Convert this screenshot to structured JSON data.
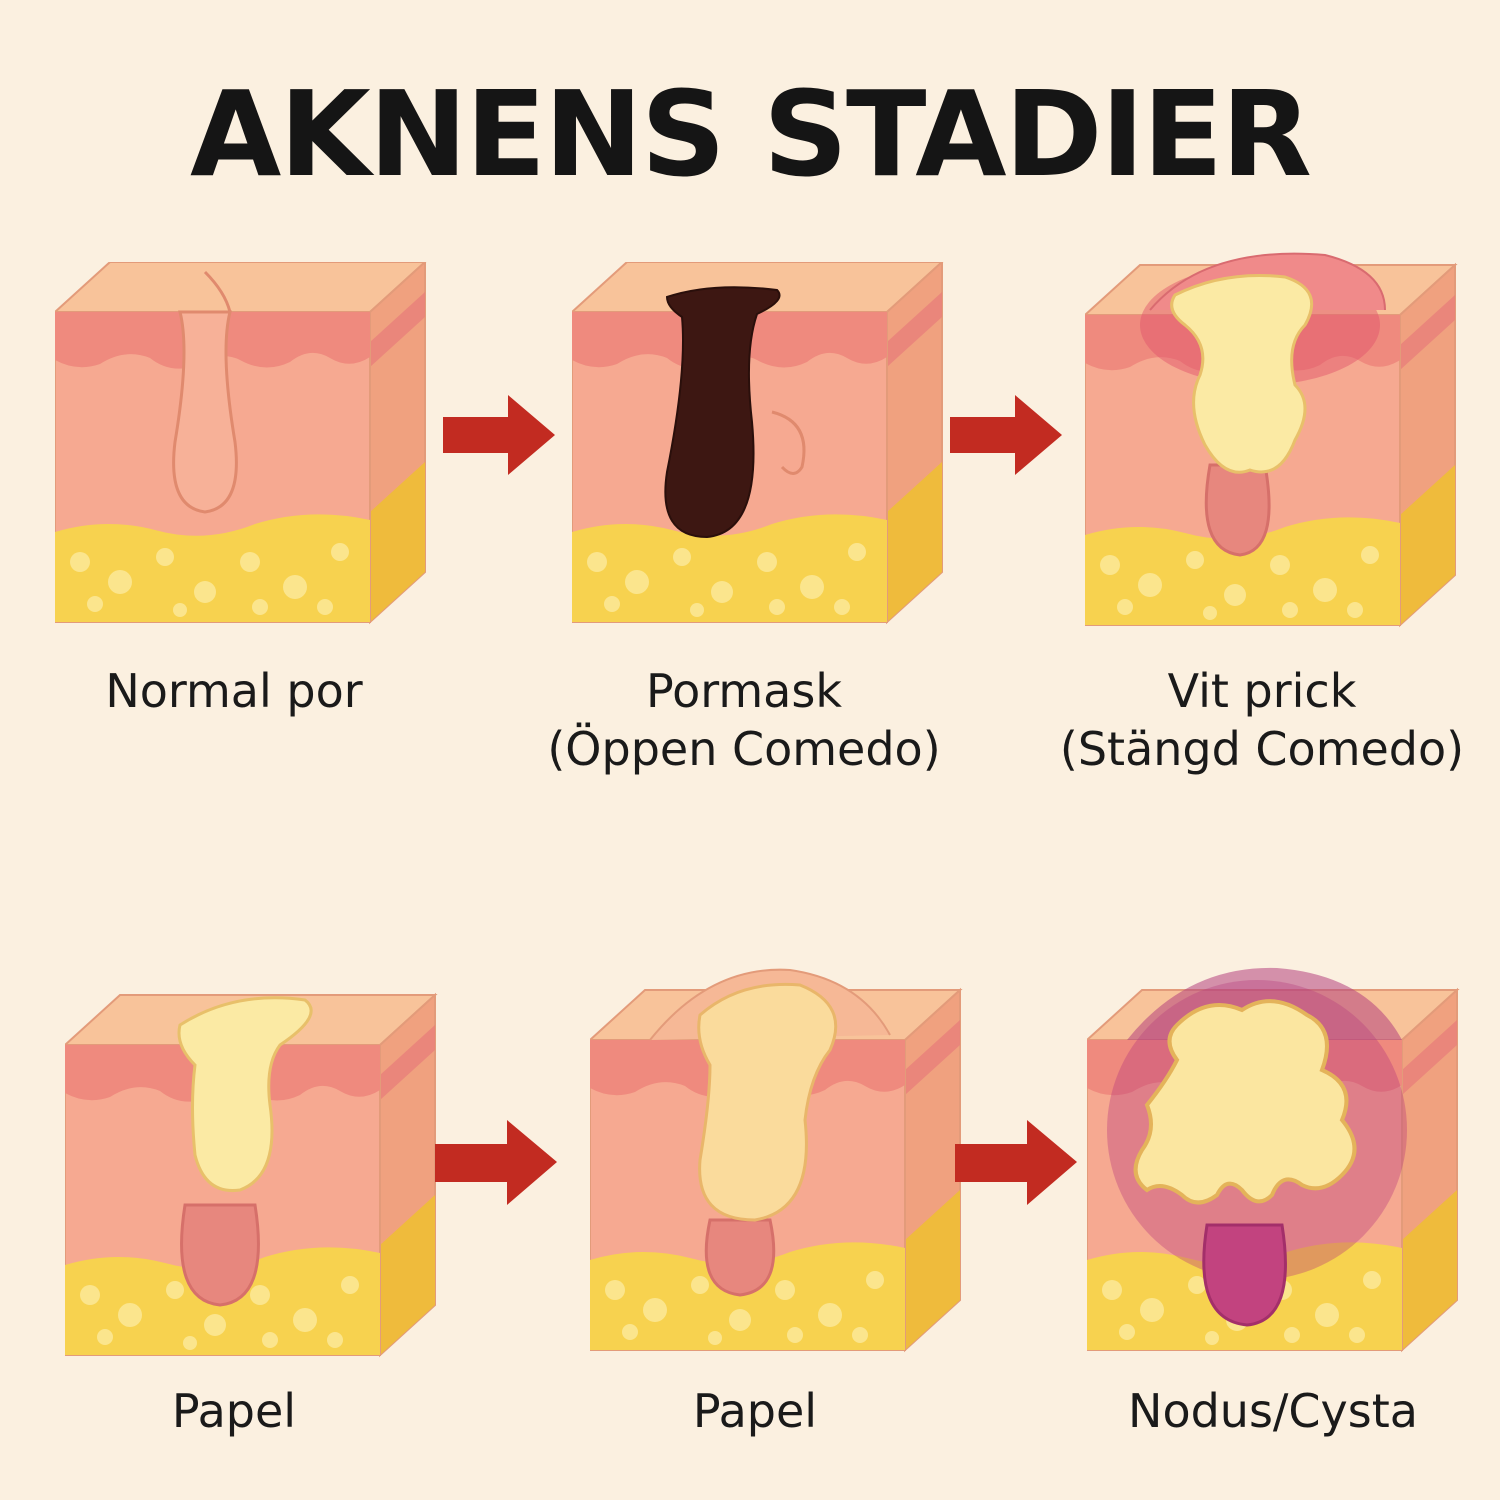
{
  "title": "AKNENS STADIER",
  "colors": {
    "background": "#fbf0e0",
    "skin_top": "#f8c39a",
    "dermis": "#f6a991",
    "epidermis": "#ef8a7e",
    "fat": "#f7d24f",
    "blackhead": "#3d1712",
    "pus": "#fbeaa4",
    "inflammation": "#e0506a",
    "cyst": "#a8327a",
    "arrow": "#c22b21"
  },
  "stages": [
    {
      "id": "normal",
      "lines": [
        "Normal por"
      ],
      "icon": "normal-pore-illustration"
    },
    {
      "id": "blackhead",
      "lines": [
        "Pormask",
        "(Öppen Comedo)"
      ],
      "icon": "open-comedo-illustration"
    },
    {
      "id": "whitehead",
      "lines": [
        "Vit prick",
        "(Stängd Comedo)"
      ],
      "icon": "closed-comedo-illustration"
    },
    {
      "id": "papule1",
      "lines": [
        "Papel"
      ],
      "icon": "papule-illustration"
    },
    {
      "id": "papule2",
      "lines": [
        "Papel"
      ],
      "icon": "papule-swollen-illustration"
    },
    {
      "id": "nodule",
      "lines": [
        "Nodus/Cysta"
      ],
      "icon": "nodule-cyst-illustration"
    }
  ]
}
